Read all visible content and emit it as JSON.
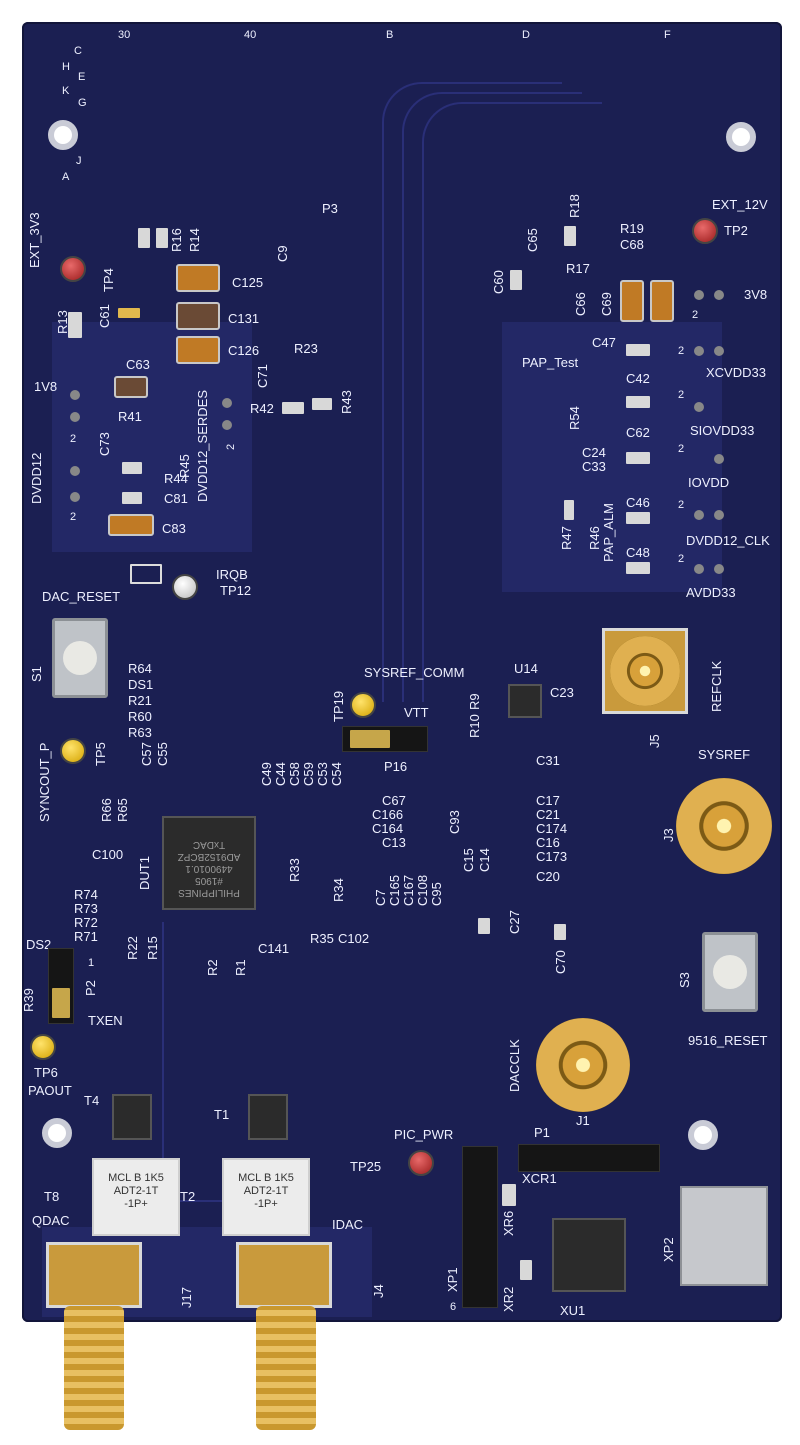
{
  "board": {
    "grid_top": [
      "30",
      "40",
      "B",
      "D",
      "F"
    ],
    "grid_left": [
      "C",
      "H",
      "K",
      "E",
      "G",
      "J",
      "A"
    ],
    "connectors": {
      "p3": "P3",
      "refclk": "REFCLK",
      "sysref": "SYSREF",
      "j3": "J3",
      "j5": "J5",
      "dacclk": "DACCLK",
      "j1": "J1",
      "j17": "J17",
      "j4": "J4",
      "p1": "P1",
      "xp1": "XP1",
      "xp2": "XP2",
      "p2": "P2",
      "p16": "P16"
    },
    "testpoints": {
      "ext_12v": "EXT_12V",
      "tp2": "TP2",
      "ext_3v3": "EXT_3V3",
      "tp4": "TP4",
      "irqb": "IRQB",
      "tp12": "TP12",
      "tp5": "TP5",
      "syncout_p": "SYNCOUT_P",
      "sysref_comm": "SYSREF_COMM",
      "tp19": "TP19",
      "vtt": "VTT",
      "tp6": "TP6",
      "paout": "PAOUT",
      "pic_pwr": "PIC_PWR",
      "tp25": "TP25"
    },
    "rails": {
      "v3v8": "3V8",
      "xcvdd33": "XCVDD33",
      "siovdd33": "SIOVDD33",
      "iovdd": "IOVDD",
      "dvdd12_clk": "DVDD12_CLK",
      "avdd33": "AVDD33",
      "v1v8": "1V8",
      "dvdd12": "DVDD12",
      "dvdd12_serdes": "DVDD12_SERDES",
      "pap_test": "PAP_Test",
      "pap_alm": "PAP_ALM"
    },
    "switches": {
      "dac_reset": "DAC_RESET",
      "s1": "S1",
      "s3": "S3",
      "reset_9516": "9516_RESET"
    },
    "outputs": {
      "qdac": "QDAC",
      "idac": "IDAC",
      "txen": "TXEN"
    },
    "chips": {
      "dut1": "DUT1",
      "u14": "U14",
      "xu1": "XU1",
      "xcr1": "XCR1",
      "xr6": "XR6",
      "xr2": "XR2",
      "dut_marking": [
        "PHILIPPINES",
        "#1905",
        "4490010.1",
        "AD9152BCPZ",
        "TxDAC"
      ]
    },
    "transformers": {
      "t4": "T4",
      "t8": "T8",
      "t1": "T1",
      "t2": "T2",
      "t8_text": [
        "MCL B 1K5",
        "ADT2-1T",
        "-1P+"
      ],
      "t2_text": [
        "MCL B 1K5",
        "ADT2-1T",
        "-1P+"
      ]
    },
    "pin_numbers": {
      "one": "1",
      "two": "2",
      "six": "6"
    },
    "designators": {
      "r16": "R16",
      "r14": "R14",
      "c9": "C9",
      "c125": "C125",
      "c131": "C131",
      "c126": "C126",
      "r13": "R13",
      "c61": "C61",
      "c63": "C63",
      "r23": "R23",
      "c71": "C71",
      "r42": "R42",
      "r43": "R43",
      "r41": "R41",
      "c73": "C73",
      "r45": "R45",
      "r44": "R44",
      "c81": "C81",
      "c83": "C83",
      "r18": "R18",
      "r19": "R19",
      "c65": "C65",
      "c68": "C68",
      "r17": "R17",
      "c60": "C60",
      "c66": "C66",
      "c69": "C69",
      "c47": "C47",
      "c42": "C42",
      "r54": "R54",
      "c62": "C62",
      "c24": "C24",
      "c33": "C33",
      "c46": "C46",
      "r47": "R47",
      "r46": "R46",
      "c48": "C48",
      "r64": "R64",
      "ds1": "DS1",
      "r21": "R21",
      "r60": "R60",
      "r63": "R63",
      "c57": "C57",
      "c55": "C55",
      "c49": "C49",
      "c44": "C44",
      "c58": "C58",
      "c59": "C59",
      "c53": "C53",
      "c54": "C54",
      "r9": "R9",
      "r10": "R10",
      "c23": "C23",
      "c31": "C31",
      "r66": "R66",
      "r65": "R65",
      "c100": "C100",
      "c67": "C67",
      "c166": "C166",
      "c164": "C164",
      "c13": "C13",
      "c93": "C93",
      "c15": "C15",
      "c14": "C14",
      "c17": "C17",
      "c21": "C21",
      "c174": "C174",
      "c16": "C16",
      "c173": "C173",
      "c20": "C20",
      "r33": "R33",
      "r34": "R34",
      "c7": "C7",
      "c165": "C165",
      "c167": "C167",
      "c108": "C108",
      "c95": "C95",
      "r35": "R35",
      "c102": "C102",
      "c141": "C141",
      "c27": "C27",
      "c70": "C70",
      "r74": "R74",
      "r73": "R73",
      "r72": "R72",
      "r71": "R71",
      "ds2": "DS2",
      "r39": "R39",
      "r22": "R22",
      "r15": "R15",
      "r2": "R2",
      "r1": "R1"
    }
  }
}
